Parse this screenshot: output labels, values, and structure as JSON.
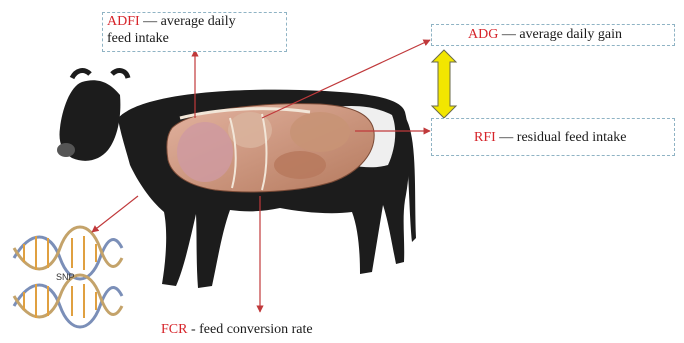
{
  "labels": {
    "adfi": {
      "abbr": "ADFI",
      "text_line1": " — average daily",
      "text_line2": "feed intake"
    },
    "adg": {
      "abbr": "ADG",
      "text": " — average daily gain"
    },
    "rfi": {
      "abbr": "RFI",
      "text": " — residual feed intake"
    },
    "fcr": {
      "abbr": "FCR",
      "text": " - feed conversion rate"
    },
    "snp": "SNP"
  },
  "colors": {
    "abbreviation": "#d6242a",
    "arrow": "#c0393b",
    "double_arrow": "#f2e600",
    "box_border": "#8fb3c4",
    "cow_body": "#1c1c1c",
    "organs": "#c98a72"
  },
  "icons": [
    "cow-illustration",
    "dna-helix-icon",
    "double-arrow-icon"
  ]
}
